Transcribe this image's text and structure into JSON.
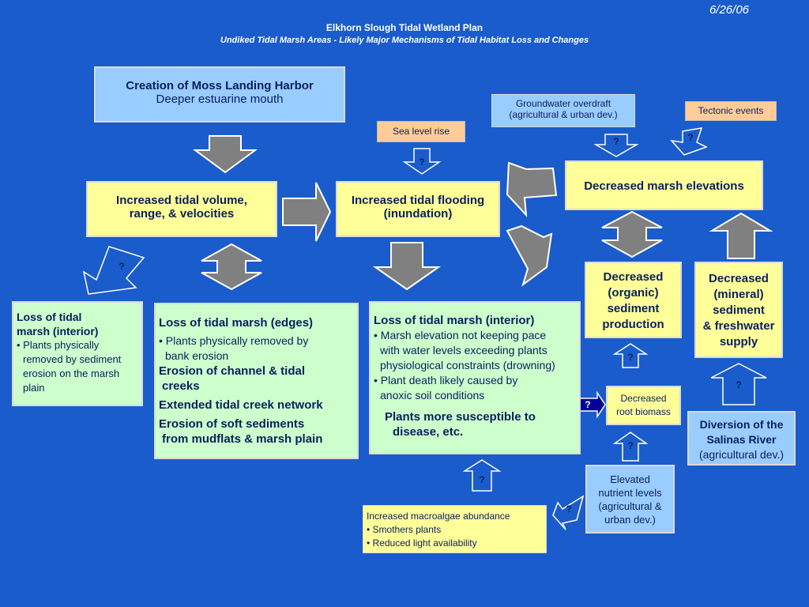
{
  "date": "6/26/06",
  "title": "Elkhorn Slough Tidal Wetland Plan",
  "subtitle": "Undiked Tidal Marsh Areas - Likely Major Mechanisms of Tidal Habitat Loss and Changes",
  "boxes": {
    "harbor": {
      "title": "Creation of Moss Landing Harbor",
      "sub": "Deeper estuarine mouth"
    },
    "groundwater": {
      "line1": "Groundwater overdraft",
      "line2": "(agricultural & urban dev.)"
    },
    "tectonic": "Tectonic events",
    "sea_level": "Sea level rise",
    "tidal_volume": {
      "line1": "Increased tidal volume,",
      "line2": "range, & velocities"
    },
    "tidal_flooding": {
      "line1": "Increased tidal flooding",
      "line2": "(inundation)"
    },
    "decreased_elev": "Decreased marsh elevations",
    "loss_left": {
      "title1": "Loss of tidal",
      "title2": "marsh (interior)",
      "b1": "• Plants physically",
      "b2": "removed by sediment",
      "b3": "erosion on the marsh",
      "b4": "plain"
    },
    "loss_edges": {
      "title": "Loss of tidal marsh (edges)",
      "b1": "• Plants physically removed by",
      "b2": "bank erosion",
      "h2a": "Erosion of channel & tidal",
      "h2b": "creeks",
      "h3": "Extended tidal creek network",
      "h4a": "Erosion of soft sediments",
      "h4b": "from mudflats & marsh plain"
    },
    "loss_interior": {
      "title": "Loss of tidal marsh (interior)",
      "b1": "• Marsh elevation not keeping pace",
      "b2": "with water levels exceeding plants",
      "b3": "physiological constraints (drowning)",
      "b4": "• Plant death likely caused by",
      "b5": "anoxic soil conditions",
      "h1": "Plants more susceptible to",
      "h2": "disease, etc."
    },
    "organic": {
      "l1": "Decreased",
      "l2": "(organic)",
      "l3": "sediment",
      "l4": "production"
    },
    "mineral": {
      "l1": "Decreased",
      "l2": "(mineral)",
      "l3": "sediment",
      "l4": "& freshwater",
      "l5": "supply"
    },
    "root": {
      "l1": "Decreased",
      "l2": "root biomass"
    },
    "salinas": {
      "l1": "Diversion of the",
      "l2": "Salinas River",
      "l3": "(agricultural dev.)"
    },
    "nutrient": {
      "l1": "Elevated",
      "l2": "nutrient levels",
      "l3": "(agricultural &",
      "l4": "urban dev.)"
    },
    "macroalgae": {
      "l1": "Increased macroalgae abundance",
      "l2": "• Smothers plants",
      "l3": "• Reduced light availability"
    }
  },
  "question_mark": "?",
  "colors": {
    "background": "#1a5ccc",
    "yellow": "#ffff99",
    "green": "#ccffcc",
    "blue": "#99ccff",
    "peach": "#ffcc99",
    "arrow": "#808080",
    "navy_arrow": "#000099"
  }
}
